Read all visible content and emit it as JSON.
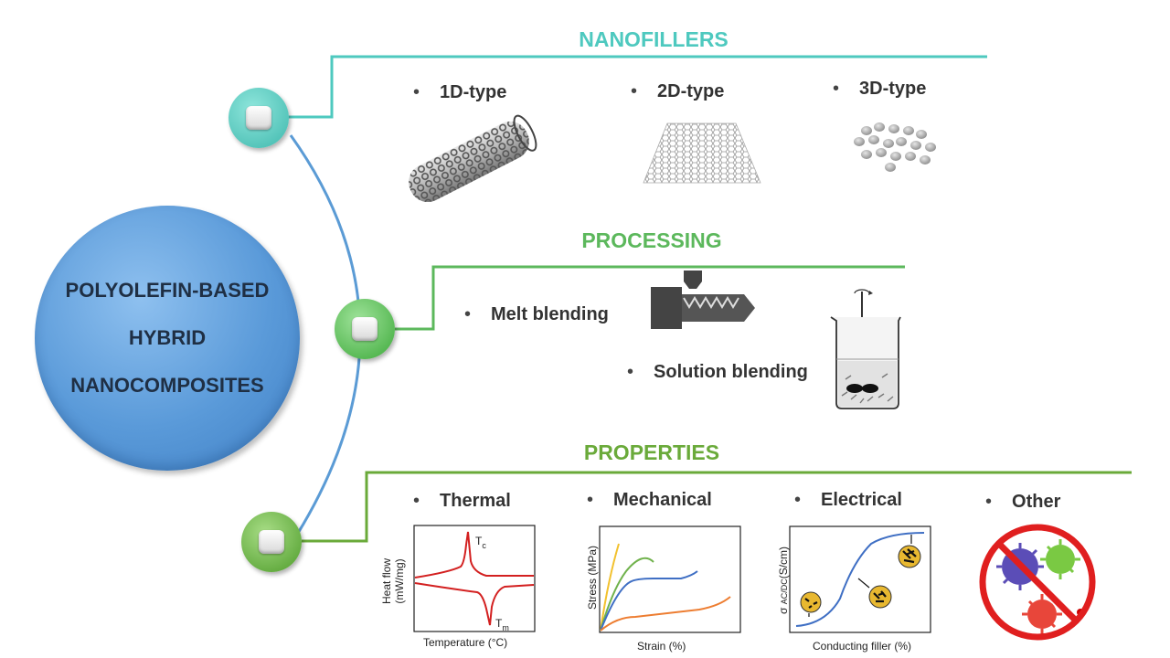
{
  "main": {
    "line1": "POLYOLEFIN-BASED",
    "line2": "HYBRID",
    "line3": "NANOCOMPOSITES"
  },
  "colors": {
    "nanofillers": "#4ec9bf",
    "processing": "#5cb85c",
    "properties": "#6aaa3a",
    "arc": "#5b9bd5",
    "main": "#5a9ad9"
  },
  "nanofillers": {
    "title": "NANOFILLERS",
    "items": [
      "1D-type",
      "2D-type",
      "3D-type"
    ]
  },
  "processing": {
    "title": "PROCESSING",
    "items": [
      "Melt blending",
      "Solution blending"
    ]
  },
  "properties": {
    "title": "PROPERTIES",
    "items": [
      "Thermal",
      "Mechanical",
      "Electrical",
      "Other"
    ],
    "thermal": {
      "ylabel1": "Heat flow",
      "ylabel2": "(mW/mg)",
      "xlabel": "Temperature (°C)",
      "tc": "T",
      "tc_sub": "c",
      "tm": "T",
      "tm_sub": "m"
    },
    "mechanical": {
      "ylabel": "Stress (MPa)",
      "xlabel": "Strain (%)"
    },
    "electrical": {
      "ylabel_pre": "σ",
      "ylabel_sub": "AC/DC",
      "ylabel_post": "(S/cm)",
      "xlabel": "Conducting filler (%)"
    }
  }
}
